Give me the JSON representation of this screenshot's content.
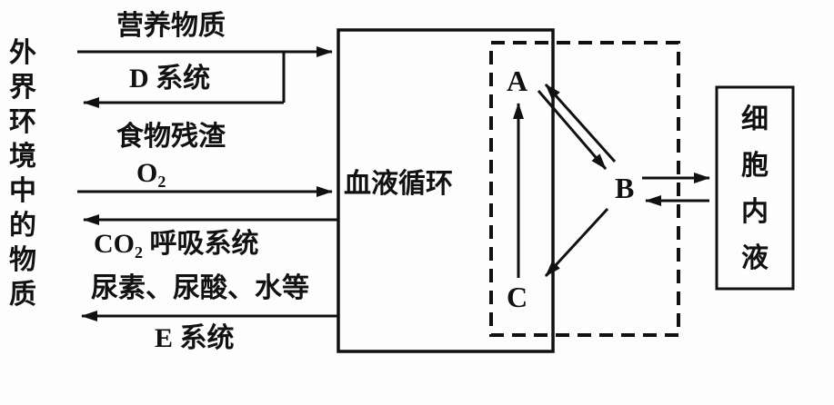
{
  "colors": {
    "ink": "#111111",
    "paper": "#fdfdfd"
  },
  "left_column": {
    "label": "外界环境中的物质"
  },
  "exchanges": {
    "nutrients": "营养物质",
    "d_system": "D 系统",
    "food_residue": "食物残渣",
    "o2": "O₂",
    "co2_system": "CO₂ 呼吸系统",
    "urea": "尿素、尿酸、水等",
    "e_system": "E 系统"
  },
  "boxes": {
    "blood_circulation": "血液循环",
    "cell_fluid": "细胞内液"
  },
  "nodes": {
    "a": "A",
    "b": "B",
    "c": "C"
  }
}
